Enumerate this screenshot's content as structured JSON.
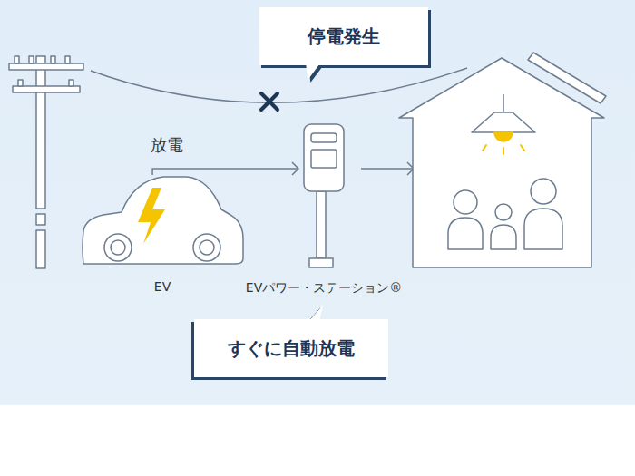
{
  "diagram": {
    "nodes": [
      {
        "text": [
          "停電発生"
        ]
      },
      {
        "text": [
          "EV"
        ]
      },
      {
        "text": [
          "EVパワー・ステーション®"
        ]
      },
      {
        "text": [
          "すぐに自動放電"
        ]
      }
    ],
    "edges": [
      {
        "from": 1,
        "to": 2,
        "label": "放電",
        "arrow": "to"
      }
    ]
  }
}
